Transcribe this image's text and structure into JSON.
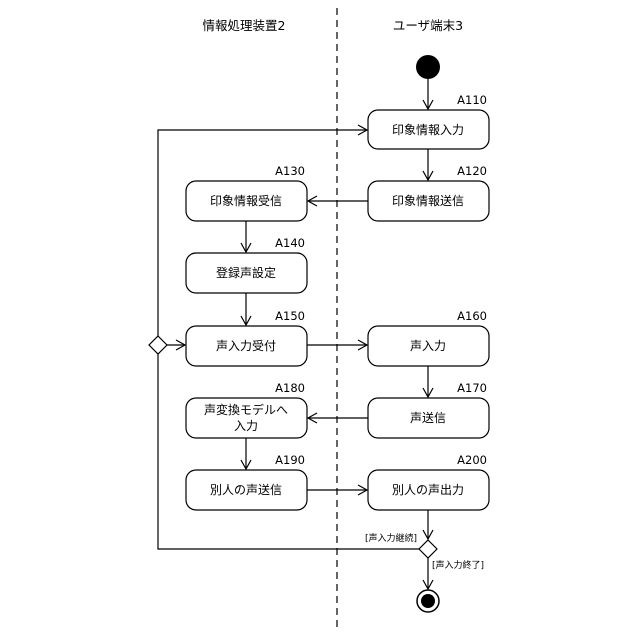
{
  "lanes": {
    "left": "情報処理装置2",
    "right": "ユーザ端末3"
  },
  "activities": {
    "a110": {
      "id": "A110",
      "label": "印象情報入力"
    },
    "a120": {
      "id": "A120",
      "label": "印象情報送信"
    },
    "a130": {
      "id": "A130",
      "label": "印象情報受信"
    },
    "a140": {
      "id": "A140",
      "label": "登録声設定"
    },
    "a150": {
      "id": "A150",
      "label": "声入力受付"
    },
    "a160": {
      "id": "A160",
      "label": "声入力"
    },
    "a170": {
      "id": "A170",
      "label": "声送信"
    },
    "a180": {
      "id": "A180",
      "line1": "声変換モデルへ",
      "line2": "入力"
    },
    "a190": {
      "id": "A190",
      "label": "別人の声送信"
    },
    "a200": {
      "id": "A200",
      "label": "別人の声出力"
    }
  },
  "guards": {
    "continue": "[声入力継続]",
    "end": "[声入力終了]"
  }
}
